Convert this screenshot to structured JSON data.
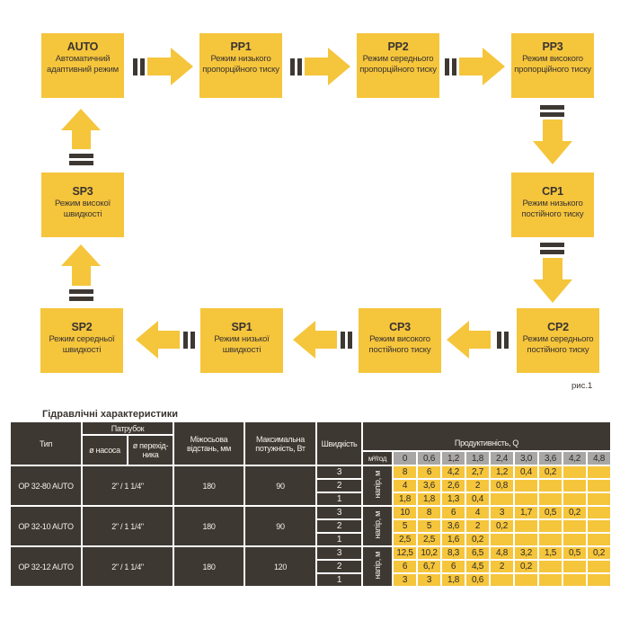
{
  "colors": {
    "box": "#f5c53c",
    "table_dark": "#3e3833",
    "header_grey": "#a8a7a5"
  },
  "modes": {
    "auto": {
      "code": "AUTO",
      "desc": "Автоматичний адаптивний режим"
    },
    "pp1": {
      "code": "PP1",
      "desc": "Режим низького пропорційного тиску"
    },
    "pp2": {
      "code": "PP2",
      "desc": "Режим середнього пропорційного тиску"
    },
    "pp3": {
      "code": "PP3",
      "desc": "Режим високого пропорційного тиску"
    },
    "cp1": {
      "code": "CP1",
      "desc": "Режим низького постійного тиску"
    },
    "cp2": {
      "code": "CP2",
      "desc": "Режим середнього постійного тиску"
    },
    "cp3": {
      "code": "CP3",
      "desc": "Режим високого постійного тиску"
    },
    "sp1": {
      "code": "SP1",
      "desc": "Режим низької швидкості"
    },
    "sp2": {
      "code": "SP2",
      "desc": "Режим середньої швидкості"
    },
    "sp3": {
      "code": "SP3",
      "desc": "Режим високої швидкості"
    }
  },
  "figure_label": "рис.1",
  "table": {
    "title": "Гідравлічні характеристики",
    "headers": {
      "type": "Тип",
      "nozzle": "Патрубок",
      "pump_dia": "ø насоса",
      "adapter_dia": "ø перехід-ника",
      "distance": "Міжосьова відстань, мм",
      "power": "Максимальна потужність, Вт",
      "speed": "Швидкість",
      "capacity": "Продуктивність, Q",
      "unit": "м³/год",
      "head": "напір, м"
    },
    "q_values": [
      "0",
      "0,6",
      "1,2",
      "1,8",
      "2,4",
      "3,0",
      "3,6",
      "4,2",
      "4,8"
    ],
    "models": [
      {
        "name": "OP 32-80 AUTO",
        "nozzle": "2\" / 1 1/4\"",
        "distance": "180",
        "power": "90",
        "speeds": [
          {
            "speed": "3",
            "heads": [
              "8",
              "6",
              "4,2",
              "2,7",
              "1,2",
              "0,4",
              "0,2",
              "",
              ""
            ]
          },
          {
            "speed": "2",
            "heads": [
              "4",
              "3,6",
              "2,6",
              "2",
              "0,8",
              "",
              "",
              "",
              ""
            ]
          },
          {
            "speed": "1",
            "heads": [
              "1,8",
              "1,8",
              "1,3",
              "0,4",
              "",
              "",
              "",
              "",
              ""
            ]
          }
        ]
      },
      {
        "name": "OP 32-10 AUTO",
        "nozzle": "2\" / 1 1/4\"",
        "distance": "180",
        "power": "90",
        "speeds": [
          {
            "speed": "3",
            "heads": [
              "10",
              "8",
              "6",
              "4",
              "3",
              "1,7",
              "0,5",
              "0,2",
              ""
            ]
          },
          {
            "speed": "2",
            "heads": [
              "5",
              "5",
              "3,6",
              "2",
              "0,2",
              "",
              "",
              "",
              ""
            ]
          },
          {
            "speed": "1",
            "heads": [
              "2,5",
              "2,5",
              "1,6",
              "0,2",
              "",
              "",
              "",
              "",
              ""
            ]
          }
        ]
      },
      {
        "name": "OP 32-12 AUTO",
        "nozzle": "2\" / 1 1/4\"",
        "distance": "180",
        "power": "120",
        "speeds": [
          {
            "speed": "3",
            "heads": [
              "12,5",
              "10,2",
              "8,3",
              "6,5",
              "4,8",
              "3,2",
              "1,5",
              "0,5",
              "0,2"
            ]
          },
          {
            "speed": "2",
            "heads": [
              "6",
              "6,7",
              "6",
              "4,5",
              "2",
              "0,2",
              "",
              "",
              ""
            ]
          },
          {
            "speed": "1",
            "heads": [
              "3",
              "3",
              "1,8",
              "0,6",
              "",
              "",
              "",
              "",
              ""
            ]
          }
        ]
      }
    ]
  }
}
